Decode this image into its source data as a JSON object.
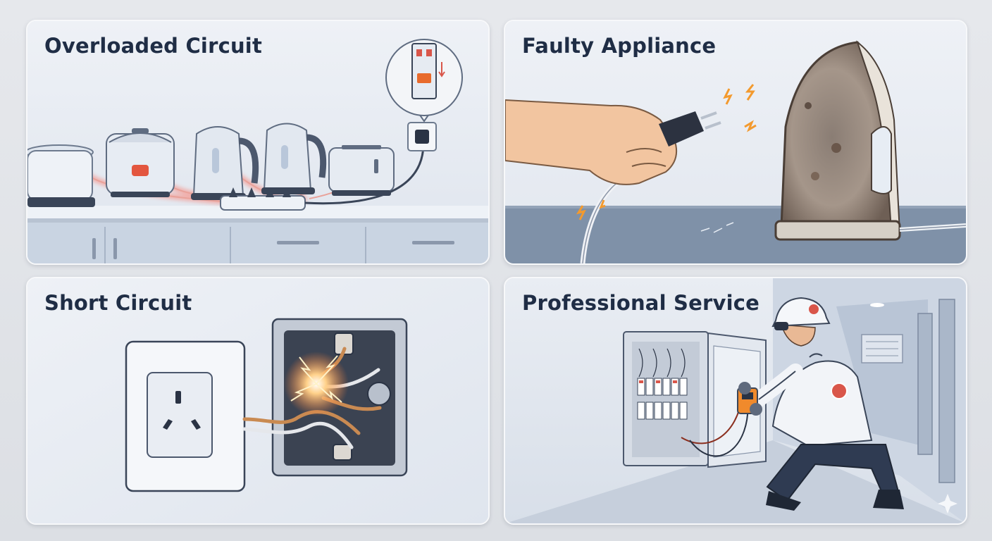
{
  "panels": [
    {
      "title": "Overloaded Circuit"
    },
    {
      "title": "Faulty Appliance"
    },
    {
      "title": "Short Circuit"
    },
    {
      "title": "Professional Service"
    }
  ]
}
